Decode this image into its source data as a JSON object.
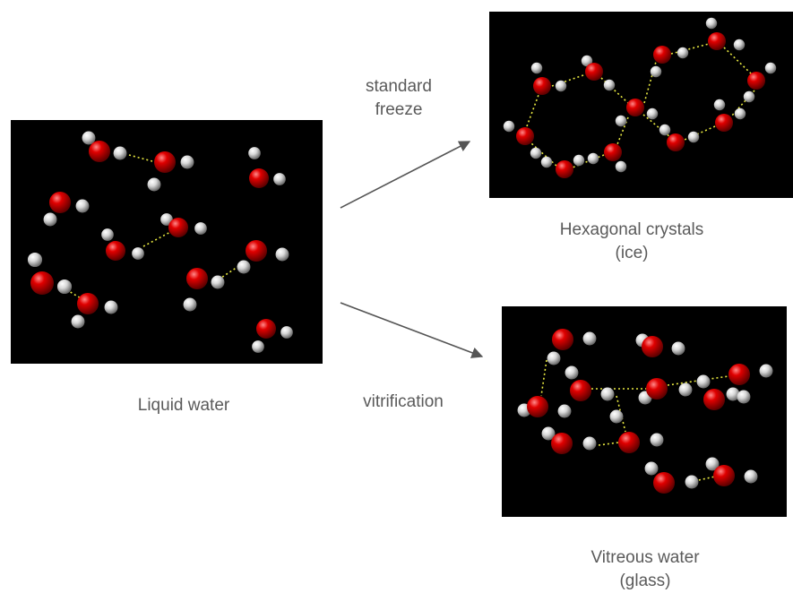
{
  "liquid": {
    "caption": "Liquid water"
  },
  "ice": {
    "caption_line1": "Hexagonal crystals",
    "caption_line2": "(ice)"
  },
  "glass": {
    "caption_line1": "Vitreous water",
    "caption_line2": "(glass)"
  },
  "freeze": {
    "line1": "standard",
    "line2": "freeze"
  },
  "vitrification": {
    "label": "vitrification"
  },
  "colors": {
    "oxygen": "#e00000",
    "hydrogen": "#d8d8d8",
    "hbond": "#e8e840",
    "panel": "#000000",
    "arrow": "#555555"
  }
}
